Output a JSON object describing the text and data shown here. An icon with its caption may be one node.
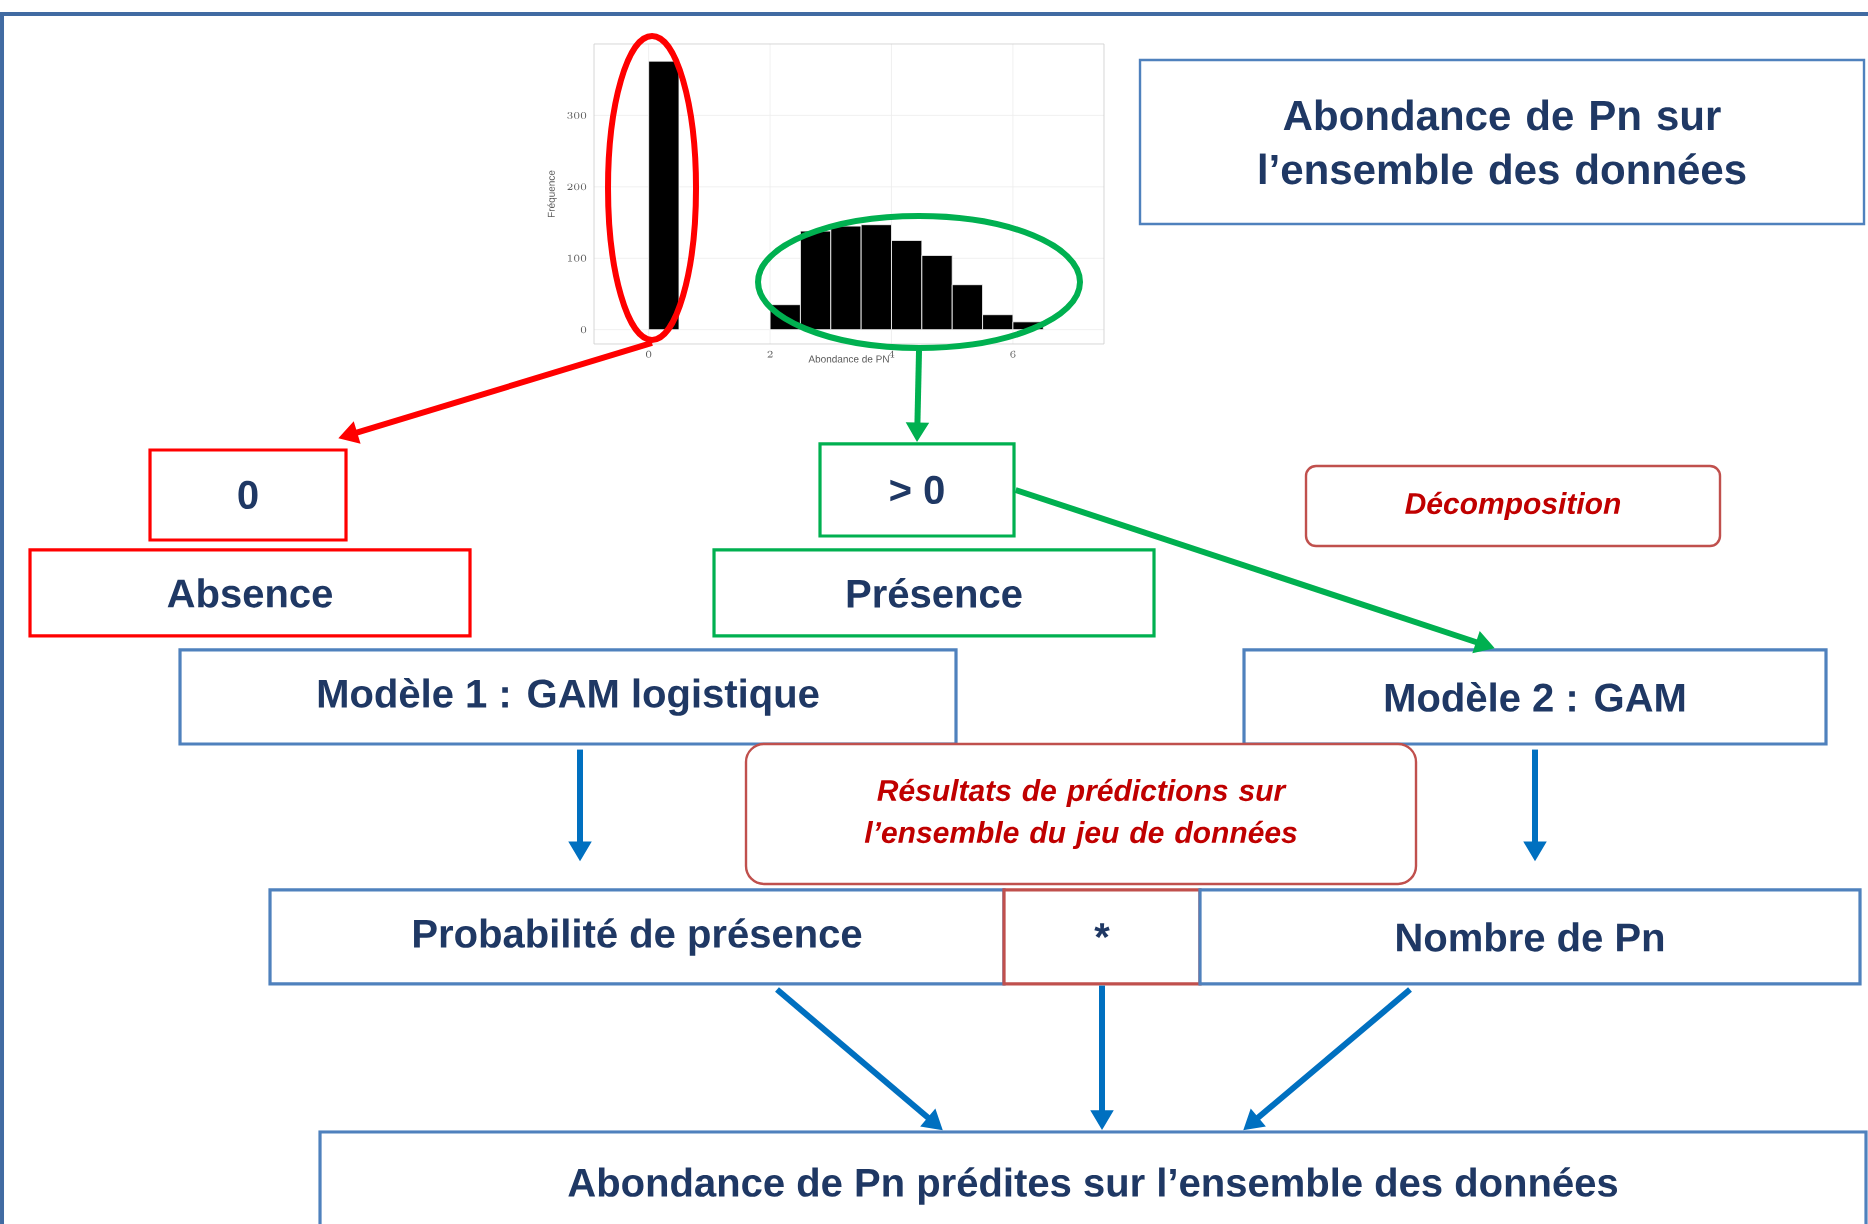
{
  "diagram": {
    "nodes": [
      {
        "text": [
          "Abondance de Pn sur l’ensemble des données"
        ]
      },
      {
        "text": [],
        "shape": "ellipse"
      },
      {
        "text": [],
        "shape": "ellipse"
      },
      {
        "text": [
          "0"
        ]
      },
      {
        "text": [
          "Absence"
        ]
      },
      {
        "text": [
          "> 0"
        ]
      },
      {
        "text": [
          "Présence"
        ]
      },
      {
        "text": [
          "Décomposition"
        ]
      },
      {
        "text": [
          "Modèle 1 : GAM logistique"
        ]
      },
      {
        "text": [
          "Modèle 2 : GAM"
        ]
      },
      {
        "text": [
          "Résultats de prédictions sur l’ensemble du jeu de données"
        ]
      },
      {
        "text": [
          "Probabilité de présence"
        ]
      },
      {
        "text": [
          "*"
        ]
      },
      {
        "text": [
          "Nombre de Pn"
        ]
      },
      {
        "text": [
          "Abondance de Pn prédites sur l’ensemble des données"
        ]
      }
    ],
    "edges": [
      {
        "from": 1,
        "to": 3,
        "arrow": "to",
        "color": "#ff0000"
      },
      {
        "from": 2,
        "to": 5,
        "arrow": "to",
        "color": "#00b050"
      },
      {
        "from": 5,
        "to": 9,
        "arrow": "to",
        "color": "#00b050"
      },
      {
        "from": 8,
        "to": 11,
        "arrow": "to"
      },
      {
        "from": 9,
        "to": 13,
        "arrow": "to"
      },
      {
        "from": 11,
        "to": 14,
        "arrow": "to"
      },
      {
        "from": 12,
        "to": 14,
        "arrow": "to"
      },
      {
        "from": 13,
        "to": 14,
        "arrow": "to"
      }
    ],
    "chart_data": {
      "type": "bar",
      "xlabel": "Abondance de PN",
      "ylabel": "Fréquence",
      "x": [
        0.25,
        2.25,
        2.75,
        3.25,
        3.75,
        4.25,
        4.75,
        5.25,
        5.75,
        6.25
      ],
      "values": [
        376,
        35,
        138,
        145,
        147,
        125,
        104,
        63,
        21,
        11
      ],
      "xlim": [
        -0.9,
        7.5
      ],
      "ylim": [
        -20,
        400
      ],
      "grid": true,
      "xticks": [
        0,
        2,
        4,
        6
      ],
      "yticks": [
        0,
        100,
        200,
        300
      ]
    }
  }
}
